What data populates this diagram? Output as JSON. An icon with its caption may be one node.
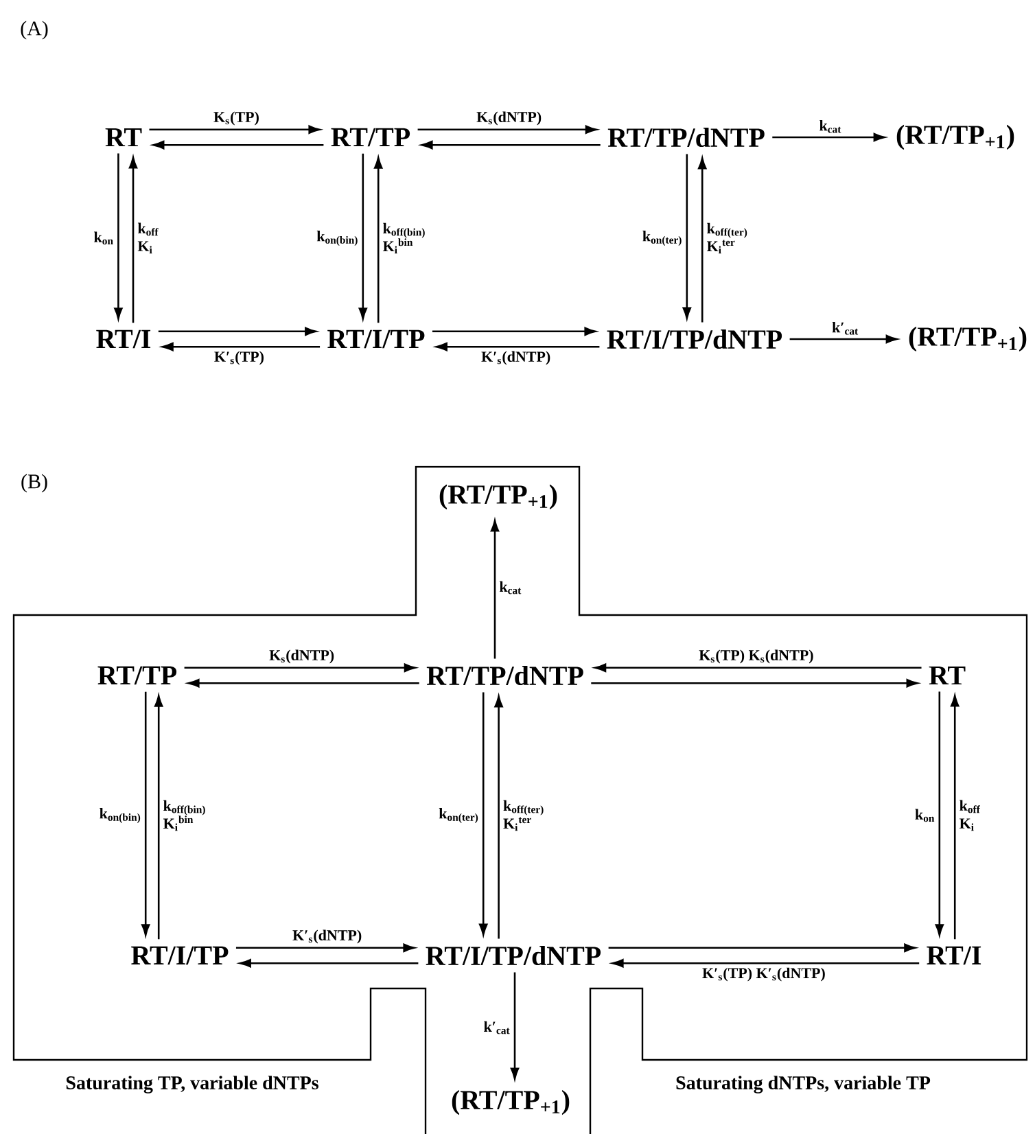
{
  "diagram": {
    "nodes": [
      {
        "text": [
          "RT"
        ]
      },
      {
        "text": [
          "RT/TP"
        ]
      },
      {
        "text": [
          "RT/TP/dNTP"
        ]
      },
      {
        "text": [
          "(RT/TP$_{+1}$)"
        ]
      },
      {
        "text": [
          "RT/I"
        ]
      },
      {
        "text": [
          "RT/I/TP"
        ]
      },
      {
        "text": [
          "RT/I/TP/dNTP"
        ]
      },
      {
        "text": [
          "(RT/TP$_{+1}$)"
        ]
      },
      {
        "text": [
          "(RT/TP$_{+1}$)"
        ]
      },
      {
        "text": [
          "RT/TP"
        ]
      },
      {
        "text": [
          "RT/TP/dNTP"
        ]
      },
      {
        "text": [
          "RT"
        ]
      },
      {
        "text": [
          "RT/I/TP"
        ]
      },
      {
        "text": [
          "RT/I/TP/dNTP"
        ]
      },
      {
        "text": [
          "RT/I"
        ]
      },
      {
        "text": [
          "(RT/TP$_{+1}$)"
        ]
      }
    ],
    "edges": [
      {
        "from": 0,
        "to": 1,
        "arrow": "to",
        "label": "K$_{s}$(TP)"
      },
      {
        "from": 1,
        "to": 0,
        "arrow": "to"
      },
      {
        "from": 1,
        "to": 2,
        "arrow": "to",
        "label": "K$_{s}$(dNTP)"
      },
      {
        "from": 2,
        "to": 1,
        "arrow": "to"
      },
      {
        "from": 2,
        "to": 3,
        "arrow": "to",
        "label": "k$_{cat}$"
      },
      {
        "from": 0,
        "to": 4,
        "arrow": "to",
        "label": "k$_{on}$"
      },
      {
        "from": 4,
        "to": 0,
        "arrow": "to",
        "label": "k$_{off}$ K$_{i}$"
      },
      {
        "from": 1,
        "to": 5,
        "arrow": "to",
        "label": "k$_{on(bin)}$"
      },
      {
        "from": 5,
        "to": 1,
        "arrow": "to",
        "label": "k$_{off(bin)}$ K$_{i}$$^{bin}$"
      },
      {
        "from": 2,
        "to": 6,
        "arrow": "to",
        "label": "k$_{on(ter)}$"
      },
      {
        "from": 6,
        "to": 2,
        "arrow": "to",
        "label": "k$_{off(ter)}$ K$_{i}$$^{ter}$"
      },
      {
        "from": 4,
        "to": 5,
        "arrow": "to"
      },
      {
        "from": 5,
        "to": 4,
        "arrow": "to",
        "label": "K′$_{s}$(TP)"
      },
      {
        "from": 5,
        "to": 6,
        "arrow": "to"
      },
      {
        "from": 6,
        "to": 5,
        "arrow": "to",
        "label": "K′$_{s}$(dNTP)"
      },
      {
        "from": 6,
        "to": 7,
        "arrow": "to",
        "label": "k′$_{cat}$"
      },
      {
        "from": 10,
        "to": 8,
        "arrow": "to",
        "label": "k$_{cat}$"
      },
      {
        "from": 9,
        "to": 10,
        "arrow": "to",
        "label": "K$_{s}$(dNTP)"
      },
      {
        "from": 10,
        "to": 9,
        "arrow": "to"
      },
      {
        "from": 11,
        "to": 10,
        "arrow": "to",
        "label": "K$_{s}$(TP) K$_{s}$(dNTP)"
      },
      {
        "from": 10,
        "to": 11,
        "arrow": "to"
      },
      {
        "from": 9,
        "to": 12,
        "arrow": "to",
        "label": "k$_{on(bin)}$"
      },
      {
        "from": 12,
        "to": 9,
        "arrow": "to",
        "label": "k$_{off(bin)}$ K$_{i}$$^{bin}$"
      },
      {
        "from": 10,
        "to": 13,
        "arrow": "to",
        "label": "k$_{on(ter)}$"
      },
      {
        "from": 13,
        "to": 10,
        "arrow": "to",
        "label": "k$_{off(ter)}$ K$_{i}$$^{ter}$"
      },
      {
        "from": 11,
        "to": 14,
        "arrow": "to",
        "label": "k$_{on}$"
      },
      {
        "from": 14,
        "to": 11,
        "arrow": "to",
        "label": "k$_{off}$ K$_{i}$"
      },
      {
        "from": 12,
        "to": 13,
        "arrow": "to",
        "label": "K′$_{s}$(dNTP)"
      },
      {
        "from": 13,
        "to": 12,
        "arrow": "to"
      },
      {
        "from": 13,
        "to": 14,
        "arrow": "to"
      },
      {
        "from": 14,
        "to": 13,
        "arrow": "to",
        "label": "K′$_{s}$(TP) K′$_{s}$(dNTP)"
      },
      {
        "from": 13,
        "to": 15,
        "arrow": "to",
        "label": "k′$_{cat}$"
      }
    ],
    "labels": [
      "(A)",
      "(B)",
      "Saturating TP, variable dNTPs",
      "Saturating dNTPs, variable TP"
    ]
  }
}
